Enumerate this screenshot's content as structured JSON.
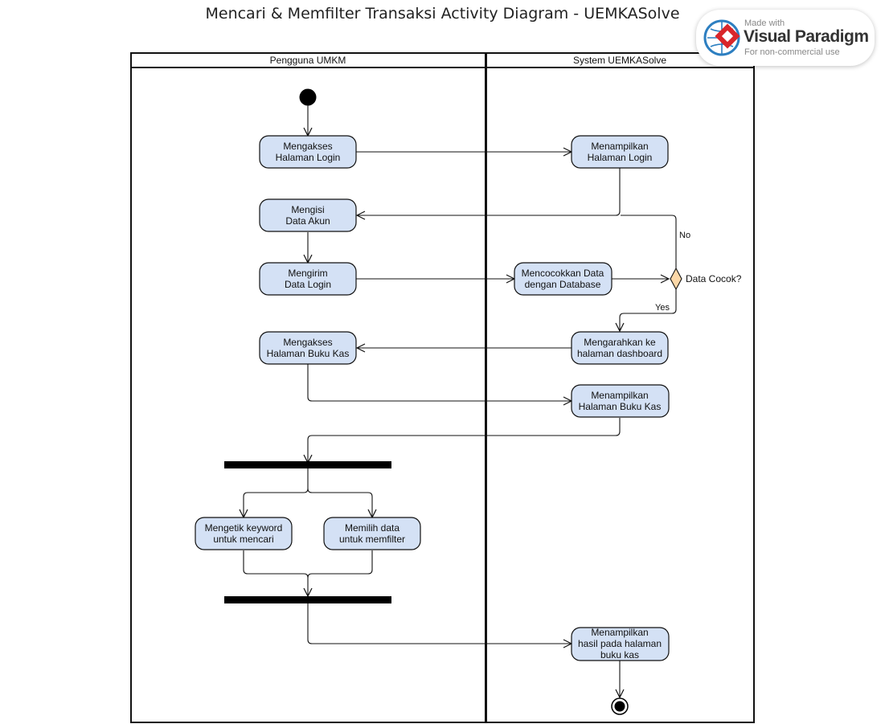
{
  "title": "Mencari & Memfilter Transaksi Activity Diagram - UEMKASolve",
  "lanes": {
    "left": "Pengguna UMKM",
    "right": "System UEMKASolve"
  },
  "actions": {
    "akses_login": [
      "Mengakses",
      "Halaman Login"
    ],
    "tampil_login": [
      "Menampilkan",
      "Halaman Login"
    ],
    "isi_akun": [
      "Mengisi",
      "Data Akun"
    ],
    "kirim_login": [
      "Mengirim",
      "Data Login"
    ],
    "cocokkan": [
      "Mencocokkan Data",
      "dengan Database"
    ],
    "akses_bukukas": [
      "Mengakses",
      "Halaman Buku Kas"
    ],
    "arahkan_dashboard": [
      "Mengarahkan ke",
      "halaman dashboard"
    ],
    "tampil_bukukas": [
      "Menampilkan",
      "Halaman Buku Kas"
    ],
    "ketik_keyword": [
      "Mengetik keyword",
      "untuk mencari"
    ],
    "pilih_filter": [
      "Memilih data",
      "untuk memfilter"
    ],
    "tampil_hasil": [
      "Menampilkan",
      "hasil pada halaman",
      "buku kas"
    ]
  },
  "decision": {
    "label": "Data Cocok?",
    "no": "No",
    "yes": "Yes"
  },
  "badge": {
    "made_with": "Made with",
    "brand": "Visual Paradigm",
    "note": "For non-commercial use"
  },
  "colors": {
    "action_fill": "#d4e1f5",
    "decision_fill": "#fcd8a8",
    "badge_red": "#d9262a",
    "badge_blue": "#2d7fc1"
  }
}
